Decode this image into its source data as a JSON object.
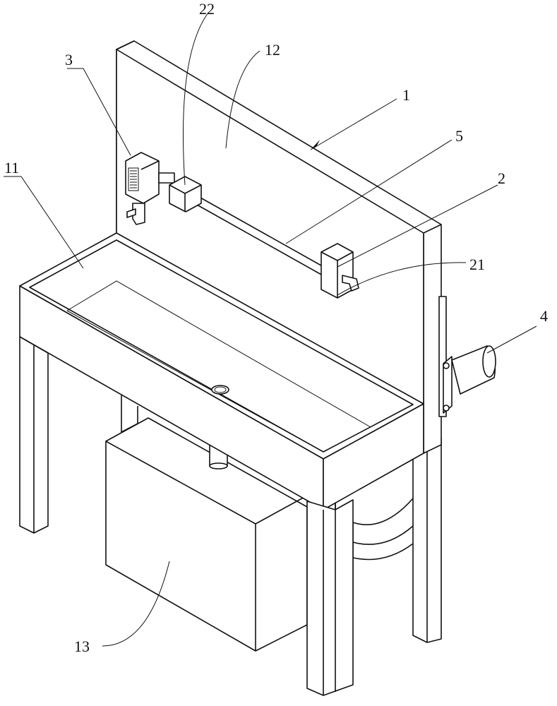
{
  "figure": {
    "labels": {
      "l1": "1",
      "l2": "2",
      "l3": "3",
      "l4": "4",
      "l5": "5",
      "l11": "11",
      "l12": "12",
      "l13": "13",
      "l21": "21",
      "l22": "22"
    }
  }
}
